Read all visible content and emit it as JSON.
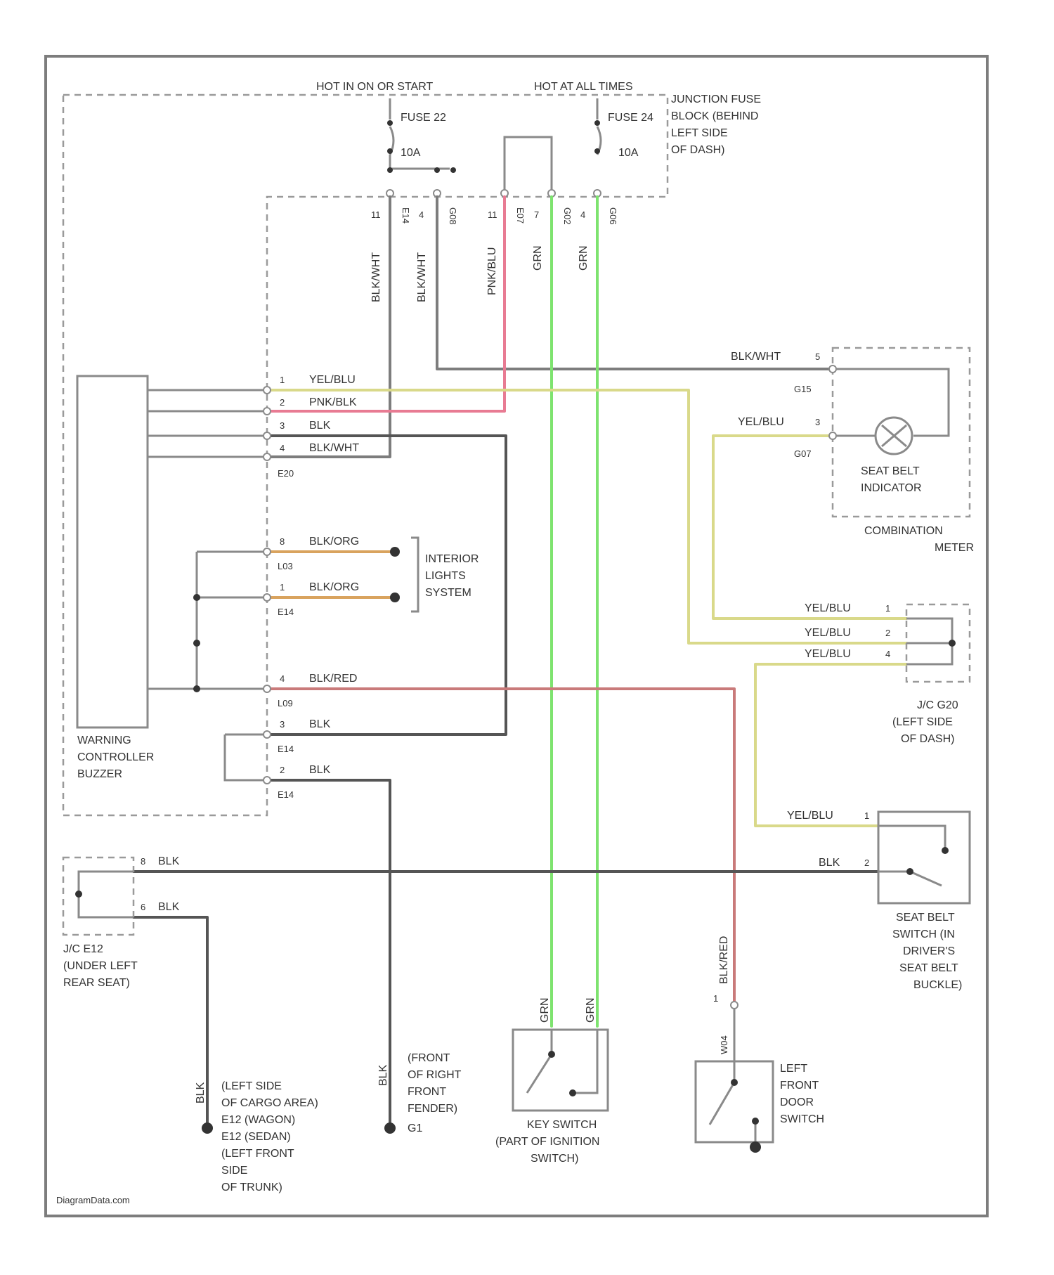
{
  "colors": {
    "gray": "#7d7d7d",
    "black": "#555555",
    "pink": "#e87b93",
    "yellow": "#d9d98a",
    "orange": "#d9a35e",
    "green": "#7ee36f",
    "red": "#c97a7a"
  },
  "header": {
    "hot_run": "HOT IN ON OR START",
    "hot_always": "HOT AT ALL TIMES"
  },
  "fuses": {
    "fuse_a": "FUSE 22",
    "fuse_a_amps": "10A",
    "fuse_b": "FUSE 24",
    "fuse_b_amps": "10A",
    "block_label": [
      "JUNCTION FUSE",
      "BLOCK (BEHIND",
      "LEFT SIDE",
      "OF DASH)"
    ]
  },
  "top_wires": {
    "w1": "BLK/WHT",
    "w2": "BLK/WHT",
    "w3": "PNK/BLU",
    "w4": "GRN",
    "w5": "GRN"
  },
  "top_terminals": {
    "t1": "11",
    "c1": "E14",
    "t2": "4",
    "c2": "G08",
    "t3": "11",
    "c3": "E07",
    "t4": "7",
    "c4": "G02",
    "t5": "4",
    "c5": "G06"
  },
  "controller": {
    "label": [
      "WARNING",
      "CONTROLLER",
      "BUZZER"
    ],
    "pins_top": [
      {
        "pin": "1",
        "wire": "YEL/BLU"
      },
      {
        "pin": "2",
        "wire": "PNK/BLK"
      },
      {
        "pin": "3",
        "wire": "BLK"
      },
      {
        "pin": "4",
        "wire": "BLK/WHT"
      }
    ],
    "conn_top": "E20",
    "pins_mid": [
      {
        "pin": "8",
        "wire": "BLK/ORG",
        "conn": "L03"
      },
      {
        "pin": "1",
        "wire": "BLK/ORG",
        "conn": "E14"
      }
    ],
    "pins_low": [
      {
        "pin": "4",
        "wire": "BLK/RED",
        "conn": "L09"
      },
      {
        "pin": "3",
        "wire": "BLK",
        "conn": "E14"
      },
      {
        "pin": "2",
        "wire": "BLK",
        "conn": "E14"
      }
    ]
  },
  "interior_lights": [
    "INTERIOR",
    "LIGHTS",
    "SYSTEM"
  ],
  "combination_meter": {
    "w_top": "BLK/WHT",
    "pin_top": "5",
    "conn_top": "G15",
    "w_bot": "YEL/BLU",
    "pin_bot": "3",
    "conn_bot": "G07",
    "indicator": [
      "SEAT BELT",
      "INDICATOR"
    ],
    "label": [
      "COMBINATION",
      "METER"
    ]
  },
  "junction_g": {
    "rows": [
      {
        "wire": "YEL/BLU",
        "pin": "1"
      },
      {
        "wire": "YEL/BLU",
        "pin": "2"
      },
      {
        "wire": "YEL/BLU",
        "pin": "4"
      }
    ],
    "label": [
      "J/C G20",
      "(LEFT SIDE",
      "OF DASH)"
    ]
  },
  "seat_belt_switch": {
    "w1": "YEL/BLU",
    "p1": "1",
    "w2": "BLK",
    "p2": "2",
    "label": [
      "SEAT BELT",
      "SWITCH (IN",
      "DRIVER'S",
      "SEAT BELT",
      "BUCKLE)"
    ]
  },
  "junction_e": {
    "w1": "BLK",
    "p1": "8",
    "w2": "BLK",
    "p2": "6",
    "label": [
      "J/C E12",
      "(UNDER LEFT",
      "REAR SEAT)"
    ]
  },
  "ground1": {
    "wire": "BLK",
    "label": [
      "(LEFT SIDE",
      "OF CARGO AREA)",
      "E12 (WAGON)",
      "E12 (SEDAN)",
      "(LEFT FRONT",
      "SIDE",
      "OF TRUNK)"
    ]
  },
  "ground2": {
    "wire": "BLK",
    "label": [
      "(FRONT",
      "OF RIGHT",
      "FRONT",
      "FENDER)",
      "G1"
    ]
  },
  "key_switch": {
    "w1": "GRN",
    "w2": "GRN",
    "label": [
      "KEY SWITCH",
      "(PART OF IGNITION",
      "SWITCH)"
    ]
  },
  "door_switch": {
    "wire": "BLK/RED",
    "pin": "1",
    "conn": "W04",
    "label": [
      "LEFT",
      "FRONT",
      "DOOR",
      "SWITCH"
    ]
  },
  "watermark": "DiagramData.com"
}
